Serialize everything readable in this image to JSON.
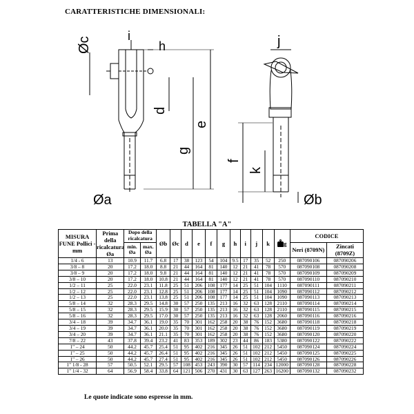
{
  "heading": "CARATTERISTICHE DIMENSIONALI:",
  "drawing_labels": {
    "oc": "Øc",
    "i": "i",
    "h": "h",
    "d": "d",
    "g": "g",
    "e": "e",
    "oa": "Øa",
    "j": "j",
    "f": "f",
    "k": "k",
    "ob": "Øb"
  },
  "table_title": "TABELLA \"A\"",
  "headers": {
    "misura": "MISURA FUNE Pollici - mm",
    "prima": "Prima della ricalcatura Øa",
    "dopo": "Dopo della ricalcatura",
    "min": "min. Øa",
    "max": "max. Øa",
    "ob": "Øb",
    "oc": "Øc",
    "d": "d",
    "e": "e",
    "f": "f",
    "g": "g",
    "h": "h",
    "i": "i",
    "j": "j",
    "k": "k",
    "weight": "g",
    "codice": "CODICE",
    "neri": "Neri (8709N)",
    "zincati": "Zincati (8709Z)"
  },
  "rows": [
    [
      "1/4 - 6",
      "13",
      "10.9",
      "11.7",
      "6.8",
      "17",
      "38",
      "123",
      "54",
      "104",
      "9.5",
      "17",
      "35",
      "52",
      "250",
      "087090106",
      "087090206"
    ],
    [
      "3/8 – 8",
      "20",
      "17.2",
      "18.0",
      "8.8",
      "21",
      "44",
      "164",
      "81",
      "140",
      "12",
      "21",
      "41",
      "78",
      "570",
      "087090108",
      "087090208"
    ],
    [
      "3/8 – 9",
      "20",
      "17.2",
      "18.0",
      "9.8",
      "21",
      "44",
      "164",
      "81",
      "140",
      "12",
      "21",
      "41",
      "78",
      "570",
      "087090109",
      "087090209"
    ],
    [
      "3/8 – 10",
      "20",
      "17.2",
      "18.0",
      "10.8",
      "21",
      "44",
      "164",
      "81",
      "140",
      "12",
      "21",
      "41",
      "78",
      "570",
      "087090110",
      "087090210"
    ],
    [
      "1/2 – 11",
      "25",
      "22.0",
      "23.1",
      "11.8",
      "25",
      "51",
      "206",
      "108",
      "177",
      "14",
      "25",
      "51",
      "104",
      "1110",
      "087090111",
      "087090211"
    ],
    [
      "1/2 – 12",
      "25",
      "22.0",
      "23.1",
      "12.8",
      "25",
      "51",
      "206",
      "108",
      "177",
      "14",
      "25",
      "51",
      "104",
      "1090",
      "087090112",
      "087090212"
    ],
    [
      "1/2 – 13",
      "25",
      "22.0",
      "23.1",
      "13.8",
      "25",
      "51",
      "206",
      "108",
      "177",
      "14",
      "25",
      "51",
      "104",
      "1090",
      "087090113",
      "087090213"
    ],
    [
      "5/8 – 14",
      "32",
      "28.3",
      "29.5",
      "14.8",
      "30",
      "57",
      "250",
      "135",
      "213",
      "16",
      "32",
      "63",
      "128",
      "2110",
      "087090114",
      "087090214"
    ],
    [
      "5/8 – 15",
      "32",
      "28.3",
      "29.5",
      "15.9",
      "30",
      "57",
      "250",
      "135",
      "213",
      "16",
      "32",
      "63",
      "128",
      "2110",
      "087090115",
      "087090215"
    ],
    [
      "5/8 – 16",
      "32",
      "28.3",
      "29.5",
      "17.0",
      "30",
      "57",
      "250",
      "135",
      "213",
      "16",
      "32",
      "63",
      "128",
      "2060",
      "087090116",
      "087090216"
    ],
    [
      "3/4 – 18",
      "39",
      "34.7",
      "36.1",
      "19.0",
      "35",
      "70",
      "301",
      "162",
      "258",
      "20",
      "38",
      "76",
      "152",
      "3680",
      "087090118",
      "087090218"
    ],
    [
      "3/4 – 19",
      "39",
      "34.7",
      "36.1",
      "20.0",
      "35",
      "70",
      "301",
      "162",
      "258",
      "20",
      "38",
      "76",
      "152",
      "3680",
      "087090119",
      "087090219"
    ],
    [
      "3/4 – 20",
      "39",
      "34.7",
      "36.1",
      "21.1",
      "35",
      "70",
      "301",
      "162",
      "258",
      "20",
      "38",
      "76",
      "152",
      "3680",
      "087090120",
      "087090220"
    ],
    [
      "7/8 – 22",
      "43",
      "37.8",
      "39.4",
      "23.2",
      "41",
      "83",
      "353",
      "189",
      "302",
      "23",
      "44",
      "86",
      "183",
      "5380",
      "087090122",
      "087090222"
    ],
    [
      "1\" – 24",
      "50",
      "44.2",
      "45.7",
      "25.4",
      "51",
      "95",
      "402",
      "216",
      "345",
      "26",
      "51",
      "102",
      "212",
      "5450",
      "087090124",
      "087090224"
    ],
    [
      "1\" – 25",
      "50",
      "44.2",
      "45.7",
      "26.4",
      "51",
      "95",
      "402",
      "216",
      "345",
      "26",
      "51",
      "102",
      "212",
      "5450",
      "087090125",
      "087090225"
    ],
    [
      "1\" – 26",
      "50",
      "44.2",
      "45.7",
      "27.4",
      "51",
      "95",
      "402",
      "216",
      "345",
      "26",
      "51",
      "102",
      "212",
      "5450",
      "087090126",
      "087090226"
    ],
    [
      "1\" 1/8 - 28",
      "57",
      "50.5",
      "52.1",
      "29.5",
      "57",
      "108",
      "453",
      "243",
      "390",
      "30",
      "57",
      "114",
      "234",
      "12000",
      "087090128",
      "087090228"
    ],
    [
      "1\" 1/4 - 32",
      "64",
      "56.9",
      "58.4",
      "33.8",
      "64",
      "121",
      "506",
      "270",
      "431",
      "30",
      "63",
      "127",
      "263",
      "16200",
      "087090132",
      "087090232"
    ]
  ],
  "footer": "Le quote indicate sono espresse in mm."
}
